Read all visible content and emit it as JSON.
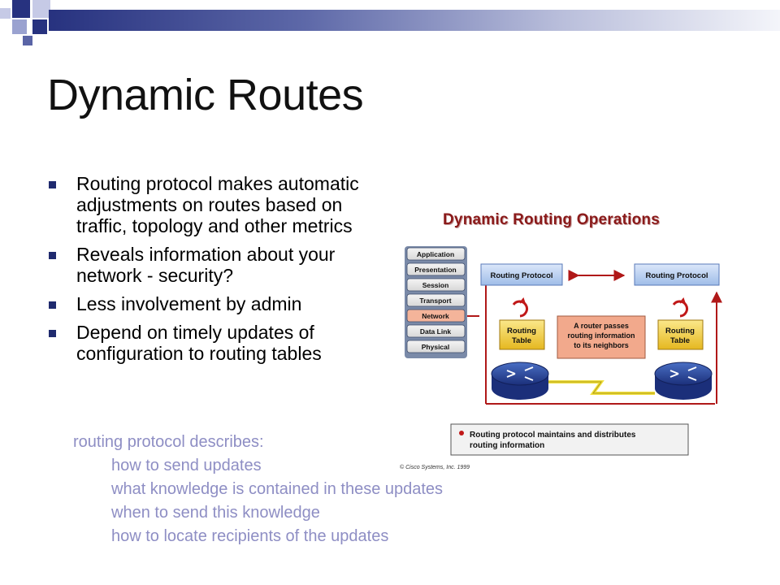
{
  "slide": {
    "title": "Dynamic Routes",
    "bullets": [
      "Routing protocol makes automatic adjustments on routes based on traffic, topology  and other metrics",
      "Reveals information about your network - security?",
      "Less involvement by admin",
      "Depend on timely updates of configuration to routing tables"
    ],
    "note": {
      "heading": "routing protocol describes:",
      "items": [
        "how to send updates",
        "what knowledge is contained in these updates",
        "when to send this knowledge",
        "how to locate recipients of the updates"
      ]
    }
  },
  "diagram": {
    "title": "Dynamic Routing Operations",
    "layers": [
      "Application",
      "Presentation",
      "Session",
      "Transport",
      "Network",
      "Data Link",
      "Physical"
    ],
    "highlighted_layer": "Network",
    "routing_protocol_left": "Routing Protocol",
    "routing_protocol_right": "Routing Protocol",
    "routing_table_line1": "Routing",
    "routing_table_line2": "Table",
    "center_box": [
      "A router passes",
      "routing information",
      "to its neighbors"
    ],
    "caption": [
      "Routing protocol maintains and distributes",
      "routing information"
    ],
    "copyright": "© Cisco Systems, Inc. 1999"
  },
  "colors": {
    "title_bar_dark": "#27327f",
    "bullet": "#1f2a6e",
    "note_text": "#8e8ec4",
    "diagram_red": "#b01818",
    "protocol_box": "#bcd2f0",
    "routing_table_box": "#f2d040",
    "network_layer": "#f4b49a"
  }
}
